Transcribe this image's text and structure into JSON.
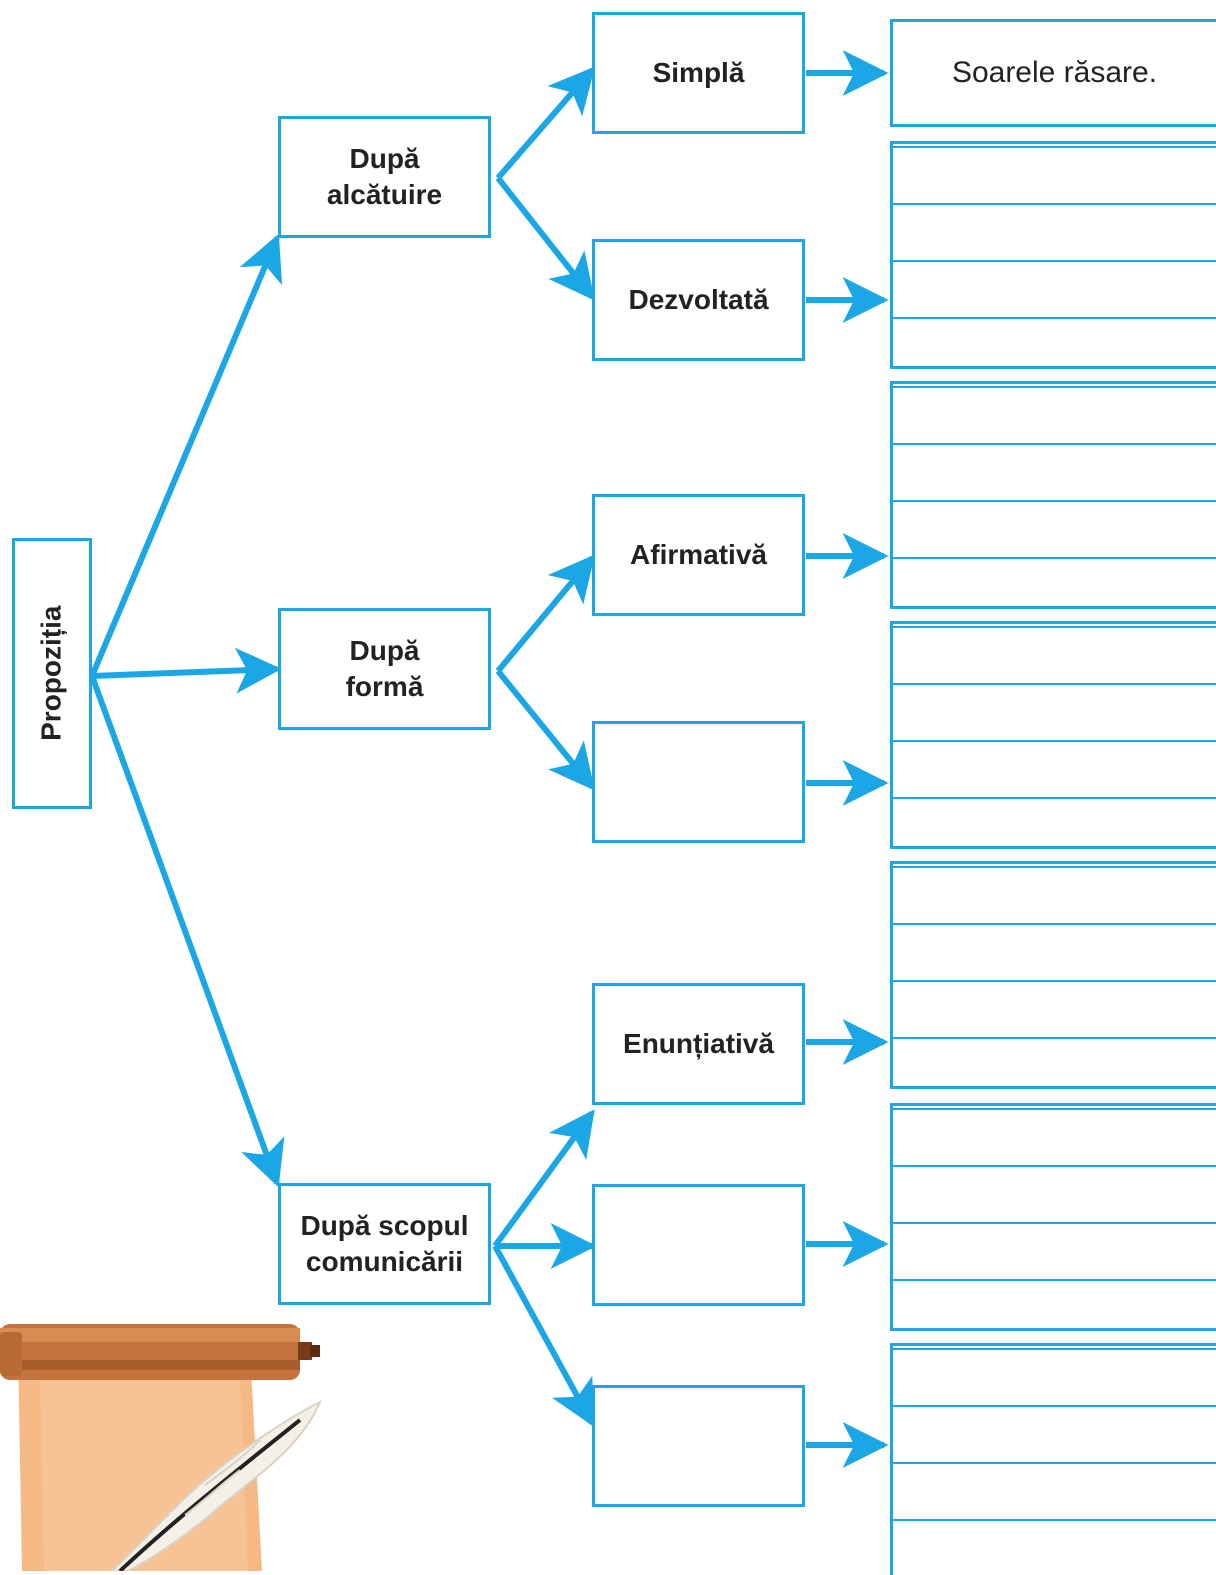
{
  "diagram": {
    "root": {
      "label": "Propoziția"
    },
    "categories": [
      {
        "label": "După alcătuire",
        "line1": "După",
        "line2": "alcătuire"
      },
      {
        "label": "După formă",
        "line1": "După",
        "line2": "formă"
      },
      {
        "label": "După scopul comunicării",
        "line1": "După scopul",
        "line2": "comunicării"
      }
    ],
    "types": [
      {
        "label": "Simplă"
      },
      {
        "label": "Dezvoltată"
      },
      {
        "label": "Afirmativă"
      },
      {
        "label": ""
      },
      {
        "label": "Enunțiativă"
      },
      {
        "label": ""
      },
      {
        "label": ""
      }
    ],
    "examples": [
      {
        "text": "Soarele răsare."
      },
      {
        "text": ""
      },
      {
        "text": ""
      },
      {
        "text": ""
      },
      {
        "text": ""
      },
      {
        "text": ""
      },
      {
        "text": ""
      },
      {
        "text": ""
      }
    ]
  },
  "colors": {
    "accent": "#1ba6e6",
    "text": "#222222",
    "scroll": "#f4b985",
    "scroll_roll": "#c4733d"
  },
  "icons": {
    "decoration": "scroll-with-quill-icon"
  }
}
